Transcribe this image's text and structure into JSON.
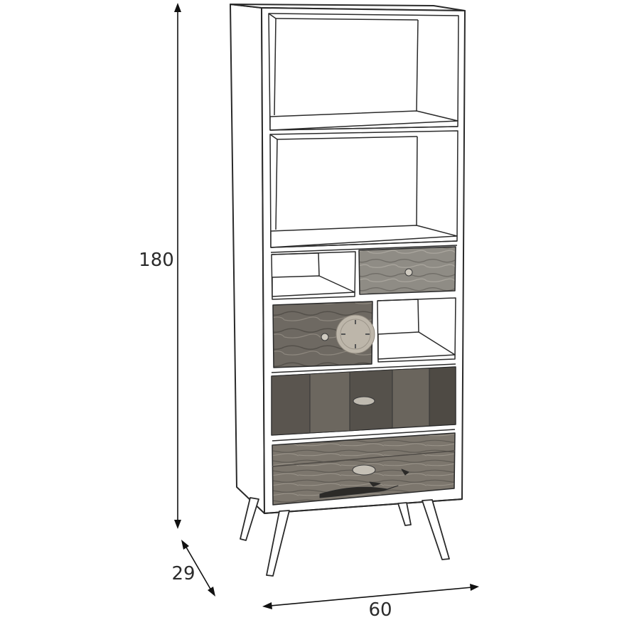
{
  "dimensions": {
    "height_label": "180",
    "depth_label": "29",
    "width_label": "60"
  },
  "colors": {
    "line": "#2a2a2a",
    "dimension_line": "#111111",
    "drawer_worn_grey": "#8a8a84",
    "drawer_grey_brown": "#6f6a62",
    "drawer_dark_plank": "#4e4a45",
    "drawer_light_plank": "#7b776f"
  },
  "icons": {
    "handle": "knob-icon",
    "clock_face": "clock-icon"
  }
}
